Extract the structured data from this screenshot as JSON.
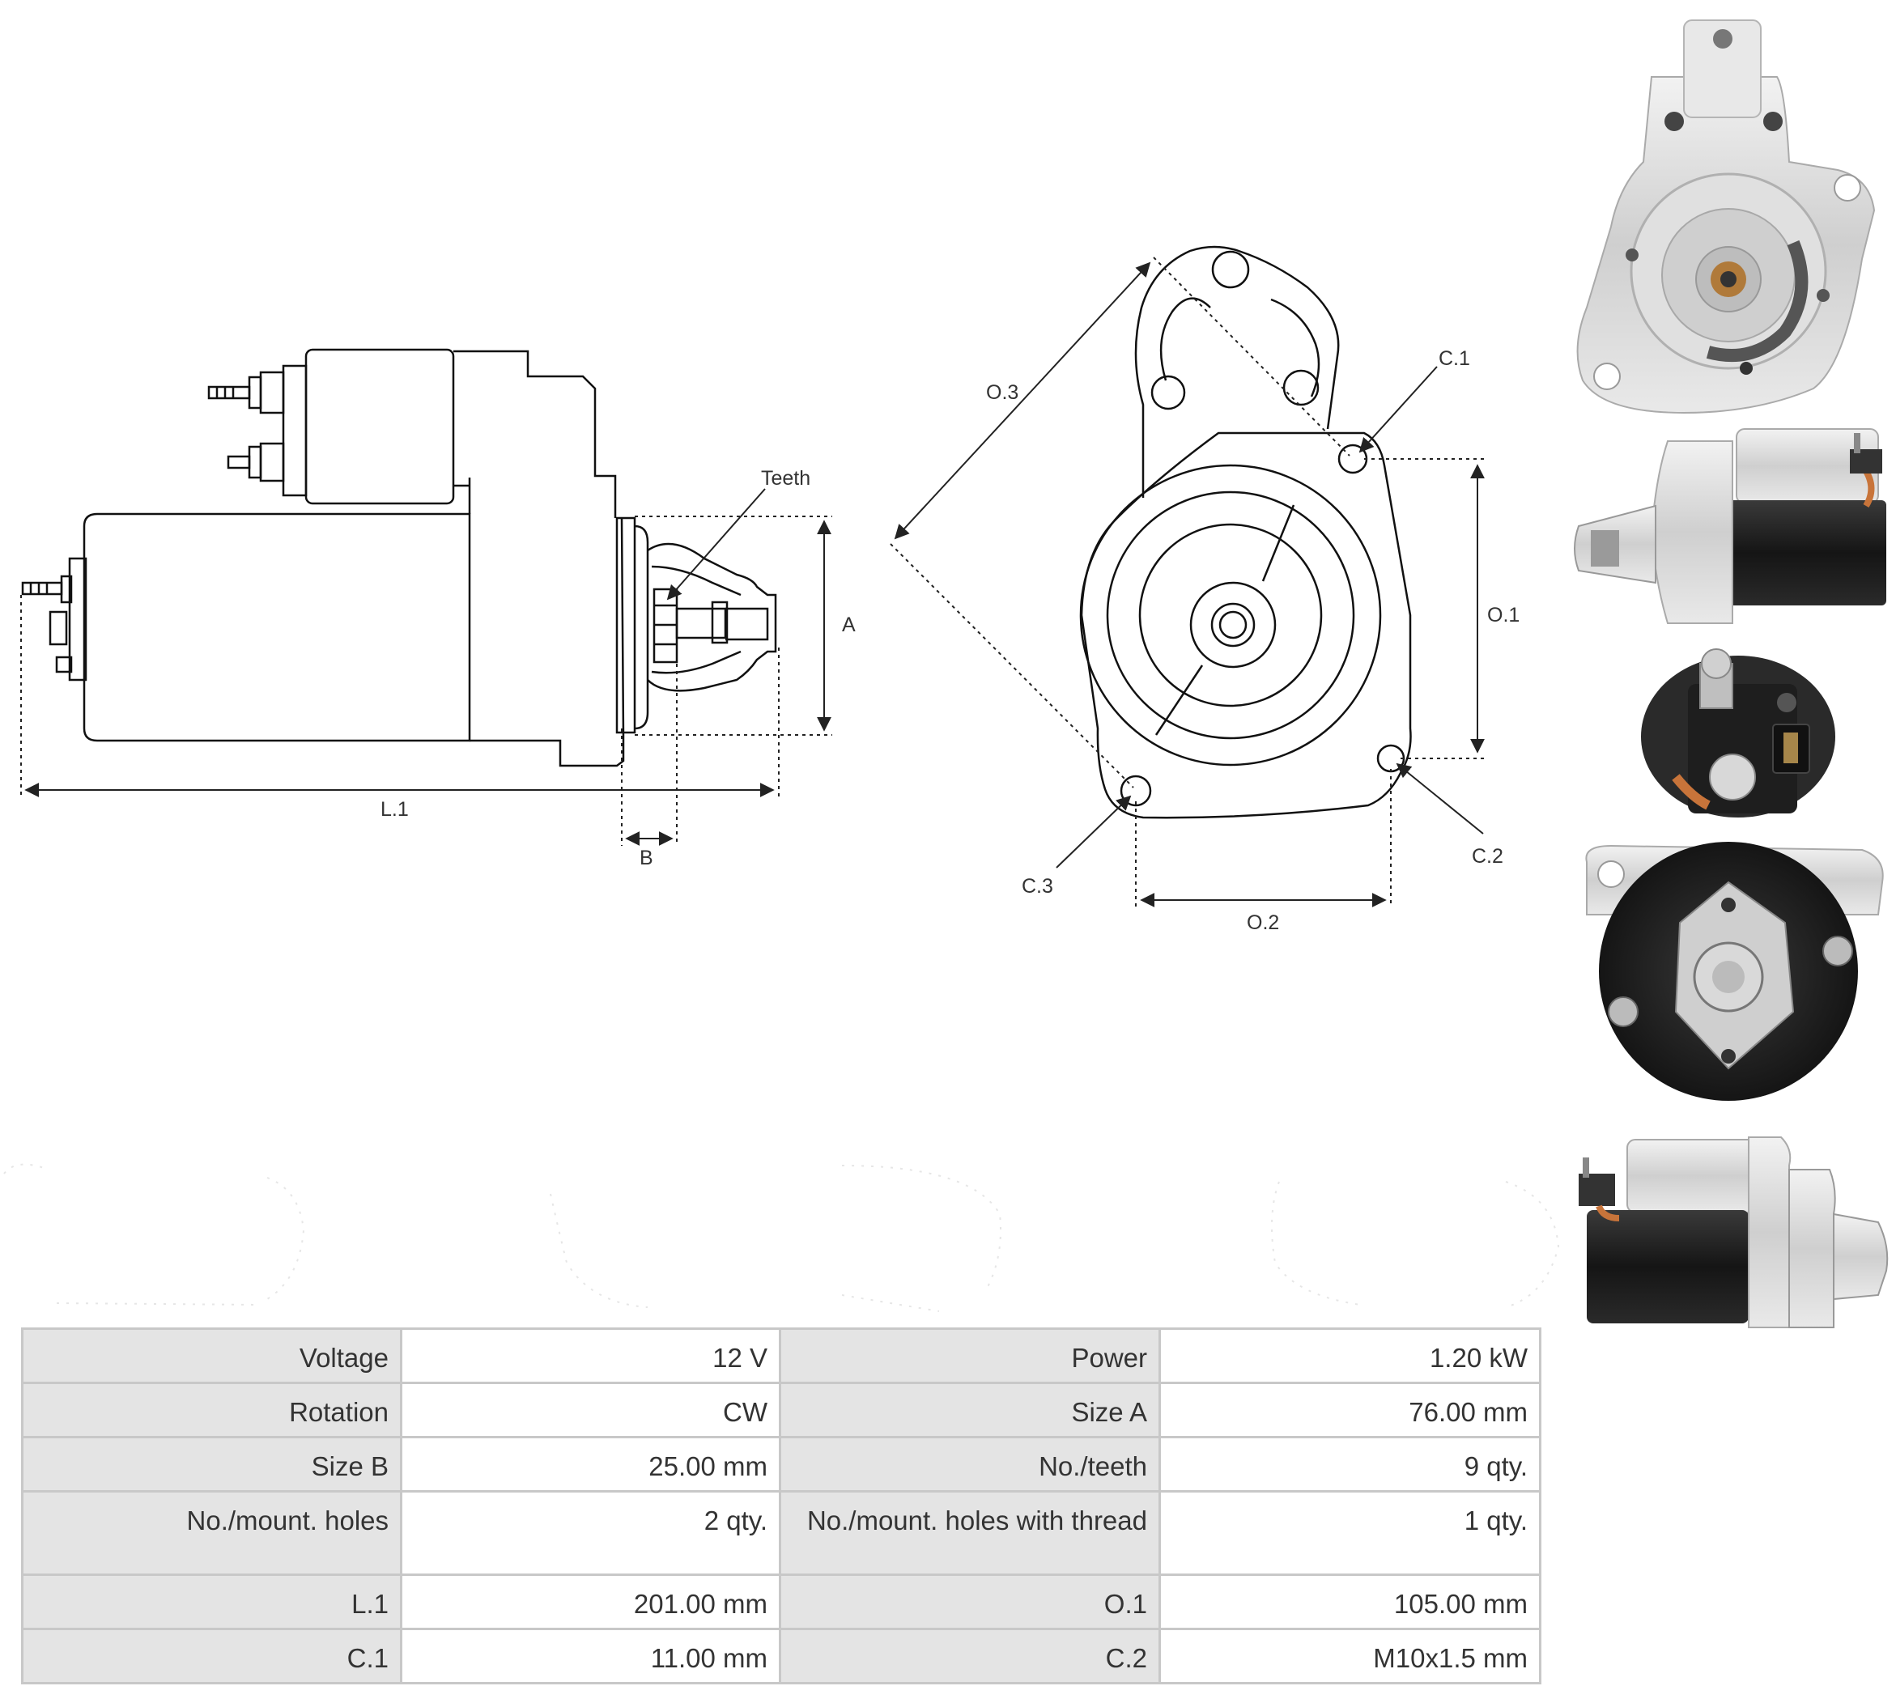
{
  "diagram": {
    "side_view": {
      "label_teeth": "Teeth",
      "label_a": "A",
      "label_b": "B",
      "label_l1": "L.1"
    },
    "front_view": {
      "label_o3": "O.3",
      "label_c1": "C.1",
      "label_o1": "O.1",
      "label_c2": "C.2",
      "label_c3": "C.3",
      "label_o2": "O.2"
    }
  },
  "photos": {
    "colors": {
      "aluminium": "#d9d9d9",
      "housing": "#1c1c1c",
      "copper": "#c8743a"
    }
  },
  "specs": [
    {
      "k1": "Voltage",
      "v1": "12 V",
      "k2": "Power",
      "v2": "1.20 kW"
    },
    {
      "k1": "Rotation",
      "v1": "CW",
      "k2": "Size A",
      "v2": "76.00 mm"
    },
    {
      "k1": "Size B",
      "v1": "25.00 mm",
      "k2": "No./teeth",
      "v2": "9 qty."
    },
    {
      "k1": "No./mount. holes",
      "v1": "2 qty.",
      "k2": "No./mount. holes with thread",
      "v2": "1 qty."
    },
    {
      "k1": "L.1",
      "v1": "201.00 mm",
      "k2": "O.1",
      "v2": "105.00 mm"
    },
    {
      "k1": "C.1",
      "v1": "11.00 mm",
      "k2": "C.2",
      "v2": "M10x1.5 mm"
    }
  ]
}
